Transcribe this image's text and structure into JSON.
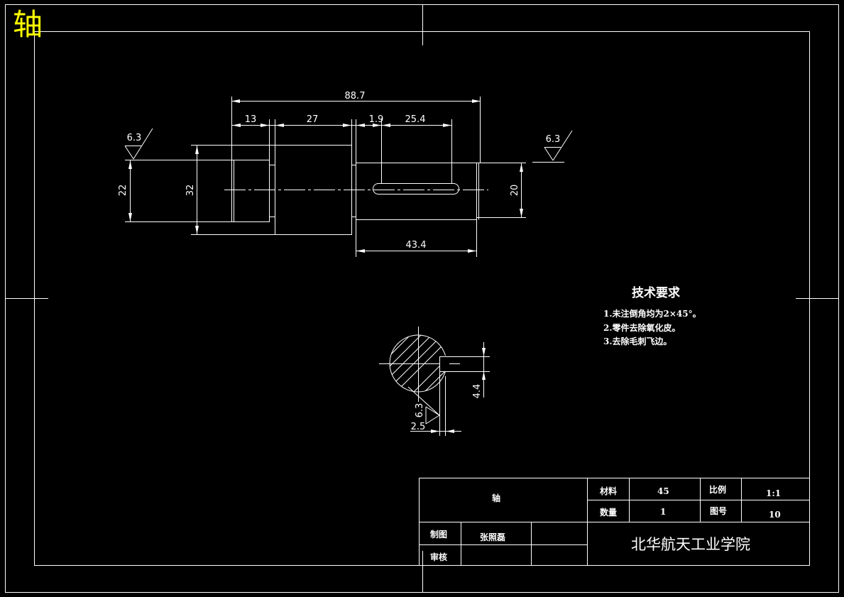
{
  "corner_title": "轴",
  "main_view": {
    "dims": {
      "overall": "88.7",
      "seg1": "13",
      "seg2": "27",
      "seg3": "1.9",
      "seg4": "25.4",
      "dia_left": "22",
      "dia_mid": "32",
      "dia_right": "20",
      "key_len": "43.4"
    },
    "roughness_left": "6.3",
    "roughness_right": "6.3"
  },
  "section_view": {
    "dims": {
      "depth": "4.4",
      "offset": "2.5"
    },
    "roughness": "6.3"
  },
  "tech_requirements": {
    "heading": "技术要求",
    "items": [
      "1.未注倒角均为2×45°。",
      "2.零件去除氧化皮。",
      "3.去除毛刺飞边。"
    ]
  },
  "title_block": {
    "part_name": "轴",
    "material_label": "材料",
    "material_value": "45",
    "scale_label": "比例",
    "scale_value": "1:1",
    "quantity_label": "数量",
    "quantity_value": "1",
    "drawing_no_label": "图号",
    "drawing_no_value": "10",
    "drawn_label": "制图",
    "drawn_name": "张照磊",
    "checked_label": "审核",
    "school": "北华航天工业学院"
  }
}
